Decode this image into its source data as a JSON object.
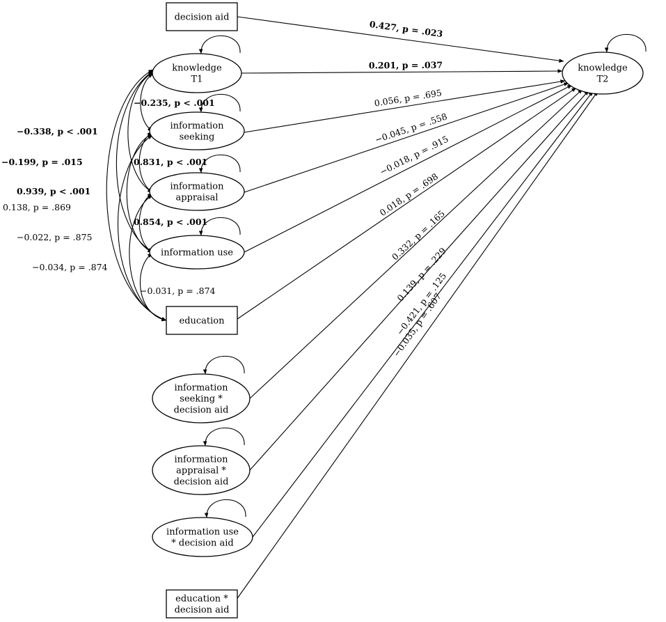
{
  "nodes": {
    "decision_aid": {
      "shape": "rect",
      "lines": [
        "decision aid"
      ]
    },
    "knowledge_t1": {
      "shape": "ellipse",
      "lines": [
        "knowledge",
        "T1"
      ]
    },
    "information_seeking": {
      "shape": "ellipse",
      "lines": [
        "information",
        "seeking"
      ]
    },
    "information_appraisal": {
      "shape": "ellipse",
      "lines": [
        "information",
        "appraisal"
      ]
    },
    "information_use": {
      "shape": "ellipse",
      "lines": [
        "information use"
      ]
    },
    "education": {
      "shape": "rect",
      "lines": [
        "education"
      ]
    },
    "seeking_x_aid": {
      "shape": "ellipse",
      "lines": [
        "information",
        "seeking *",
        "decision aid"
      ]
    },
    "appraisal_x_aid": {
      "shape": "ellipse",
      "lines": [
        "information",
        "appraisal *",
        "decision aid"
      ]
    },
    "use_x_aid": {
      "shape": "ellipse",
      "lines": [
        "information use",
        "* decision aid"
      ]
    },
    "education_x_aid": {
      "shape": "rect",
      "lines": [
        "education *",
        "decision aid"
      ]
    },
    "knowledge_t2": {
      "shape": "ellipse",
      "lines": [
        "knowledge",
        "T2"
      ]
    }
  },
  "regression_paths": [
    {
      "from": "decision_aid",
      "to": "knowledge_t2",
      "coef": "0.427",
      "p": "p = .023",
      "significant": true
    },
    {
      "from": "knowledge_t1",
      "to": "knowledge_t2",
      "coef": "0.201",
      "p": "p = .037",
      "significant": true
    },
    {
      "from": "information_seeking",
      "to": "knowledge_t2",
      "coef": "0.056",
      "p": "p = .695",
      "significant": false
    },
    {
      "from": "information_appraisal",
      "to": "knowledge_t2",
      "coef": "−0.045",
      "p": "p = .558",
      "significant": false
    },
    {
      "from": "information_use",
      "to": "knowledge_t2",
      "coef": "−0.018",
      "p": "p = .915",
      "significant": false
    },
    {
      "from": "education",
      "to": "knowledge_t2",
      "coef": "0.018",
      "p": "p = .698",
      "significant": false
    },
    {
      "from": "seeking_x_aid",
      "to": "knowledge_t2",
      "coef": "0.332",
      "p": "p = .165",
      "significant": false
    },
    {
      "from": "appraisal_x_aid",
      "to": "knowledge_t2",
      "coef": "0.139",
      "p": "p = .229",
      "significant": false
    },
    {
      "from": "use_x_aid",
      "to": "knowledge_t2",
      "coef": "−0.421",
      "p": "p = .125",
      "significant": false
    },
    {
      "from": "education_x_aid",
      "to": "knowledge_t2",
      "coef": "−0.035",
      "p": "p = .607",
      "significant": false
    }
  ],
  "covariances": [
    {
      "a": "knowledge_t1",
      "b": "information_seeking",
      "coef": "−0.235",
      "p": "p < .001",
      "significant": true
    },
    {
      "a": "knowledge_t1",
      "b": "information_appraisal",
      "coef": "−0.338",
      "p": "p < .001",
      "significant": true
    },
    {
      "a": "knowledge_t1",
      "b": "information_use",
      "coef": "−0.199",
      "p": "p = .015",
      "significant": true
    },
    {
      "a": "information_seeking",
      "b": "information_appraisal",
      "coef": "0.831",
      "p": "p < .001",
      "significant": true
    },
    {
      "a": "information_seeking",
      "b": "information_use",
      "coef": "0.939",
      "p": "p < .001",
      "significant": true
    },
    {
      "a": "knowledge_t1",
      "b": "education",
      "coef": "0.138",
      "p": "p = .869",
      "significant": false
    },
    {
      "a": "information_appraisal",
      "b": "information_use",
      "coef": "0.854",
      "p": "p < .001",
      "significant": true
    },
    {
      "a": "information_seeking",
      "b": "education",
      "coef": "−0.022",
      "p": "p = .875",
      "significant": false
    },
    {
      "a": "information_appraisal",
      "b": "education",
      "coef": "−0.034",
      "p": "p = .874",
      "significant": false
    },
    {
      "a": "information_use",
      "b": "education",
      "coef": "−0.031",
      "p": "p = .874",
      "significant": false
    }
  ],
  "self_loops": [
    "knowledge_t1",
    "information_seeking",
    "information_appraisal",
    "information_use",
    "seeking_x_aid",
    "appraisal_x_aid",
    "use_x_aid",
    "knowledge_t2"
  ]
}
